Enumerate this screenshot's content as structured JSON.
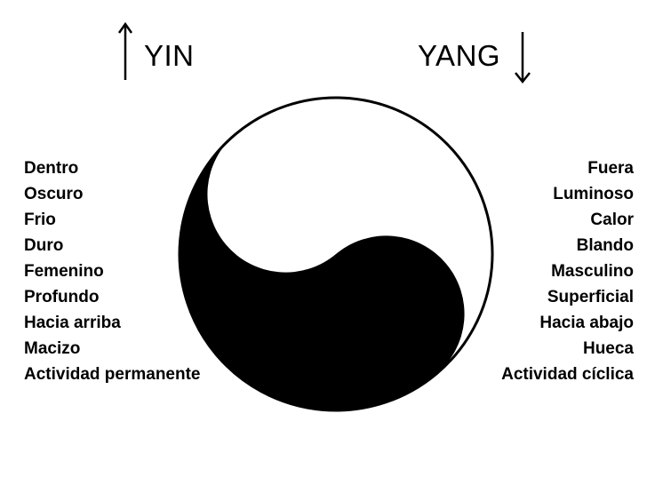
{
  "headings": {
    "yin": "YIN",
    "yang": "YANG"
  },
  "yin_items": [
    "Dentro",
    "Oscuro",
    "Frio",
    "Duro",
    "Femenino",
    "Profundo",
    "Hacia arriba",
    "Macizo",
    "Actividad permanente"
  ],
  "yang_items": [
    "Fuera",
    "Luminoso",
    "Calor",
    "Blando",
    "Masculino",
    "Superficial",
    "Hacia abajo",
    "Hueca",
    "Actividad cíclica"
  ],
  "colors": {
    "yin": "#000000",
    "yang": "#ffffff"
  },
  "icons": {
    "yin_arrow": "arrow-up-icon",
    "yang_arrow": "arrow-down-icon",
    "symbol": "yin-yang-icon"
  }
}
